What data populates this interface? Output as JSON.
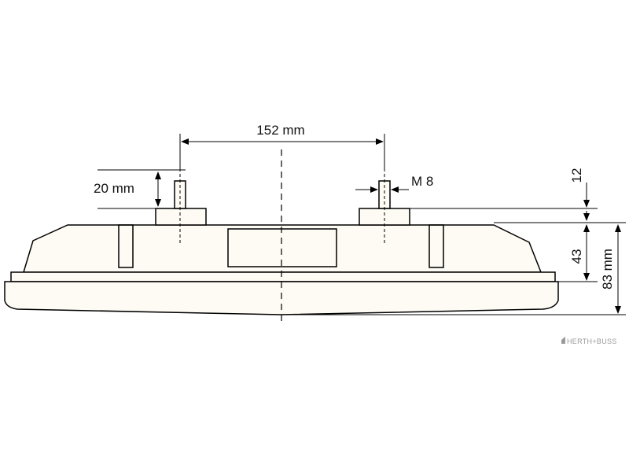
{
  "labels": {
    "width": "152 mm",
    "stud_length": "20 mm",
    "thread": "M 8",
    "dim_12": "12",
    "dim_43": "43",
    "dim_83": "83 mm"
  },
  "brand": "HERTH+BUSS"
}
